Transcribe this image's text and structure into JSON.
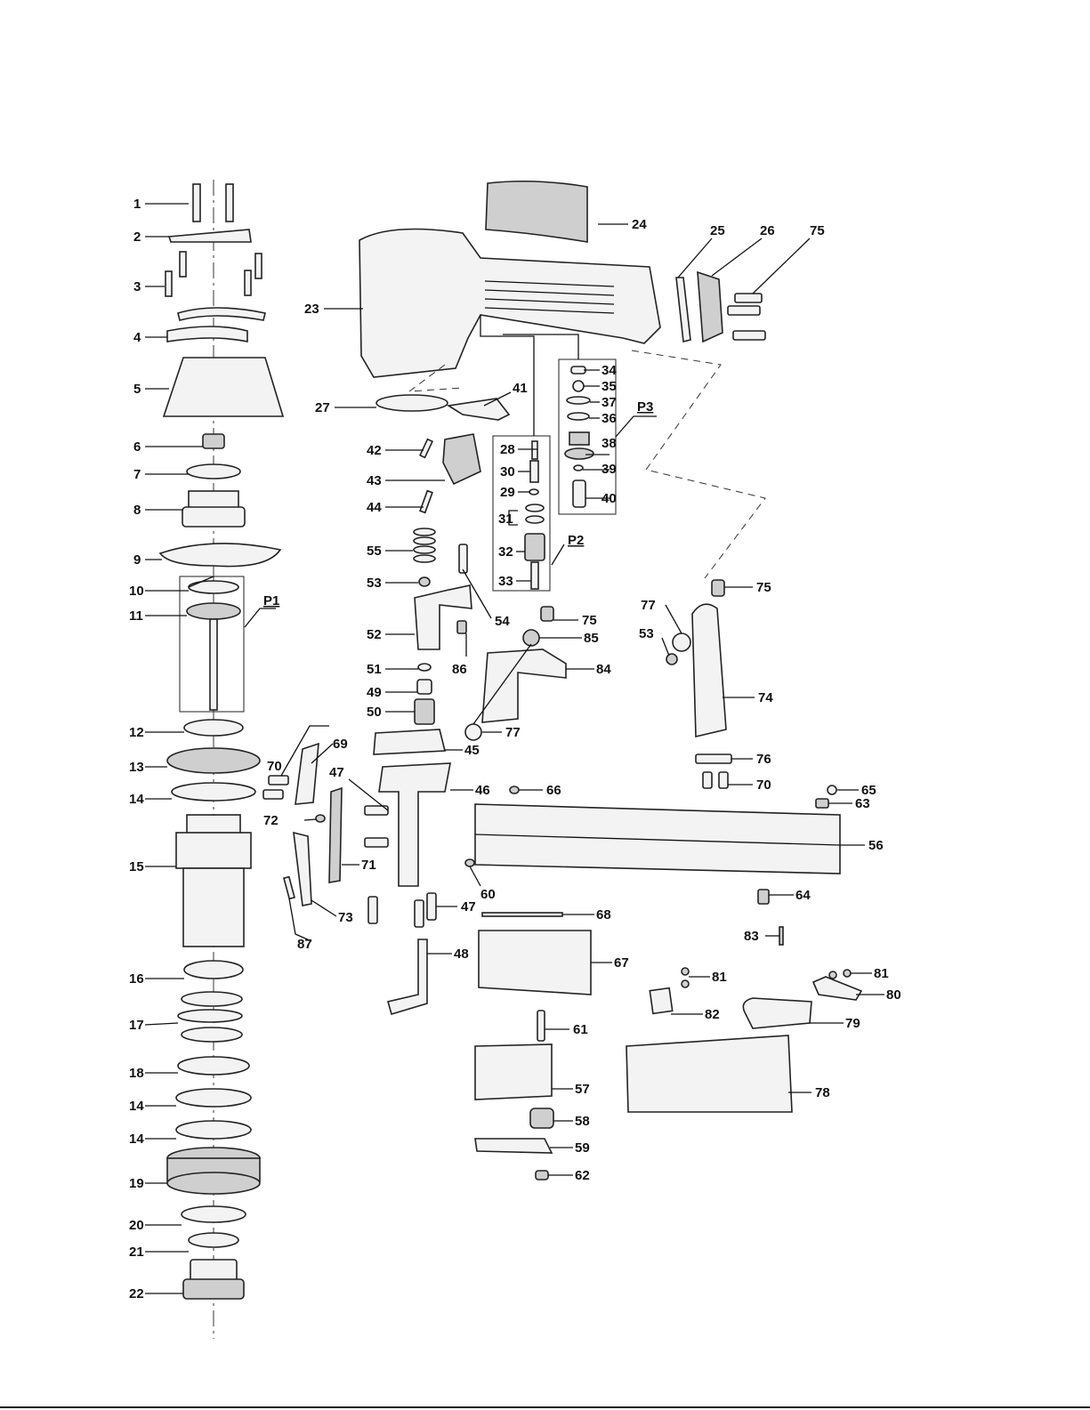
{
  "groups": [
    {
      "id": "P1",
      "label": "P1"
    },
    {
      "id": "P2",
      "label": "P2"
    },
    {
      "id": "P3",
      "label": "P3"
    }
  ],
  "parts": [
    {
      "key": "1a",
      "label": "1"
    },
    {
      "key": "2a",
      "label": "2"
    },
    {
      "key": "3a",
      "label": "3"
    },
    {
      "key": "4a",
      "label": "4"
    },
    {
      "key": "5a",
      "label": "5"
    },
    {
      "key": "6a",
      "label": "6"
    },
    {
      "key": "7a",
      "label": "7"
    },
    {
      "key": "8a",
      "label": "8"
    },
    {
      "key": "9a",
      "label": "9"
    },
    {
      "key": "10a",
      "label": "10"
    },
    {
      "key": "11a",
      "label": "11"
    },
    {
      "key": "12a",
      "label": "12"
    },
    {
      "key": "13a",
      "label": "13"
    },
    {
      "key": "14a",
      "label": "14"
    },
    {
      "key": "15a",
      "label": "15"
    },
    {
      "key": "16a",
      "label": "16"
    },
    {
      "key": "17a",
      "label": "17"
    },
    {
      "key": "18a",
      "label": "18"
    },
    {
      "key": "14b",
      "label": "14"
    },
    {
      "key": "14c",
      "label": "14"
    },
    {
      "key": "19a",
      "label": "19"
    },
    {
      "key": "20a",
      "label": "20"
    },
    {
      "key": "21a",
      "label": "21"
    },
    {
      "key": "22a",
      "label": "22"
    },
    {
      "key": "23a",
      "label": "23"
    },
    {
      "key": "24a",
      "label": "24"
    },
    {
      "key": "25a",
      "label": "25"
    },
    {
      "key": "26a",
      "label": "26"
    },
    {
      "key": "75a",
      "label": "75"
    },
    {
      "key": "27a",
      "label": "27"
    },
    {
      "key": "41a",
      "label": "41"
    },
    {
      "key": "42a",
      "label": "42"
    },
    {
      "key": "43a",
      "label": "43"
    },
    {
      "key": "44a",
      "label": "44"
    },
    {
      "key": "28a",
      "label": "28"
    },
    {
      "key": "30a",
      "label": "30"
    },
    {
      "key": "29a",
      "label": "29"
    },
    {
      "key": "31a",
      "label": "31"
    },
    {
      "key": "32a",
      "label": "32"
    },
    {
      "key": "33a",
      "label": "33"
    },
    {
      "key": "34a",
      "label": "34"
    },
    {
      "key": "35a",
      "label": "35"
    },
    {
      "key": "37a",
      "label": "37"
    },
    {
      "key": "36a",
      "label": "36"
    },
    {
      "key": "38a",
      "label": "38"
    },
    {
      "key": "39a",
      "label": "39"
    },
    {
      "key": "40a",
      "label": "40"
    },
    {
      "key": "55a",
      "label": "55"
    },
    {
      "key": "53a",
      "label": "53"
    },
    {
      "key": "54a",
      "label": "54"
    },
    {
      "key": "52a",
      "label": "52"
    },
    {
      "key": "75b",
      "label": "75"
    },
    {
      "key": "85a",
      "label": "85"
    },
    {
      "key": "86a",
      "label": "86"
    },
    {
      "key": "84a",
      "label": "84"
    },
    {
      "key": "51a",
      "label": "51"
    },
    {
      "key": "49a",
      "label": "49"
    },
    {
      "key": "50a",
      "label": "50"
    },
    {
      "key": "77a",
      "label": "77"
    },
    {
      "key": "45a",
      "label": "45"
    },
    {
      "key": "77b",
      "label": "77"
    },
    {
      "key": "53b",
      "label": "53"
    },
    {
      "key": "75c",
      "label": "75"
    },
    {
      "key": "74a",
      "label": "74"
    },
    {
      "key": "76a",
      "label": "76"
    },
    {
      "key": "70a",
      "label": "70"
    },
    {
      "key": "70b",
      "label": "70"
    },
    {
      "key": "69a",
      "label": "69"
    },
    {
      "key": "47a",
      "label": "47"
    },
    {
      "key": "46a",
      "label": "46"
    },
    {
      "key": "66a",
      "label": "66"
    },
    {
      "key": "65a",
      "label": "65"
    },
    {
      "key": "63a",
      "label": "63"
    },
    {
      "key": "72a",
      "label": "72"
    },
    {
      "key": "71a",
      "label": "71"
    },
    {
      "key": "56a",
      "label": "56"
    },
    {
      "key": "60a",
      "label": "60"
    },
    {
      "key": "64a",
      "label": "64"
    },
    {
      "key": "73a",
      "label": "73"
    },
    {
      "key": "87a",
      "label": "87"
    },
    {
      "key": "47b",
      "label": "47"
    },
    {
      "key": "68a",
      "label": "68"
    },
    {
      "key": "83a",
      "label": "83"
    },
    {
      "key": "48a",
      "label": "48"
    },
    {
      "key": "67a",
      "label": "67"
    },
    {
      "key": "81a",
      "label": "81"
    },
    {
      "key": "81b",
      "label": "81"
    },
    {
      "key": "80a",
      "label": "80"
    },
    {
      "key": "82a",
      "label": "82"
    },
    {
      "key": "79a",
      "label": "79"
    },
    {
      "key": "61a",
      "label": "61"
    },
    {
      "key": "57a",
      "label": "57"
    },
    {
      "key": "78a",
      "label": "78"
    },
    {
      "key": "58a",
      "label": "58"
    },
    {
      "key": "59a",
      "label": "59"
    },
    {
      "key": "62a",
      "label": "62"
    }
  ]
}
